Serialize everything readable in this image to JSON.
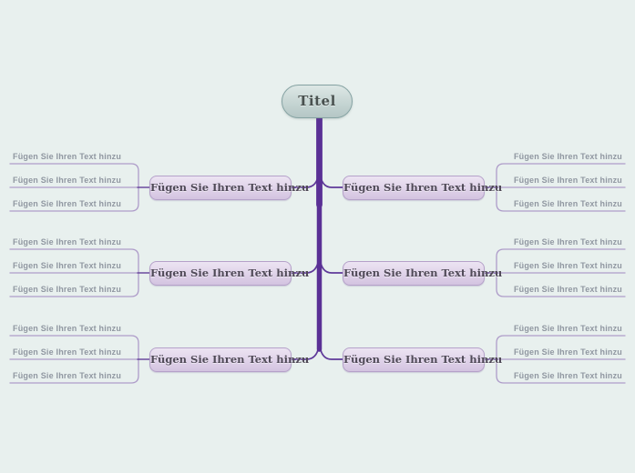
{
  "background": "#e8f0ee",
  "palette": {
    "trunk": "#5a3095",
    "branch_line": "#5f3a99",
    "connector_line": "#6b4a9e",
    "child_line": "#ae9cc9",
    "root_fill": "#c6d5d3",
    "root_border": "#86a3a3",
    "root_text": "#49514f",
    "node_fill": "#dfd2e9",
    "node_border": "#b5a1c9",
    "node_text": "#504a58",
    "child_text": "#9097a1"
  },
  "root": {
    "label": "Titel"
  },
  "branches": {
    "left": [
      {
        "label": "Fügen Sie Ihren Text hinzu",
        "children": [
          "Fügen Sie Ihren Text hinzu",
          "Fügen Sie Ihren Text hinzu",
          "Fügen Sie Ihren Text hinzu"
        ]
      },
      {
        "label": "Fügen Sie Ihren Text hinzu",
        "children": [
          "Fügen Sie Ihren Text hinzu",
          "Fügen Sie Ihren Text hinzu",
          "Fügen Sie Ihren Text hinzu"
        ]
      },
      {
        "label": "Fügen Sie Ihren Text hinzu",
        "children": [
          "Fügen Sie Ihren Text hinzu",
          "Fügen Sie Ihren Text hinzu",
          "Fügen Sie Ihren Text hinzu"
        ]
      }
    ],
    "right": [
      {
        "label": "Fügen Sie Ihren Text hinzu",
        "children": [
          "Fügen Sie Ihren Text hinzu",
          "Fügen Sie Ihren Text hinzu",
          "Fügen Sie Ihren Text hinzu"
        ]
      },
      {
        "label": "Fügen Sie Ihren Text hinzu",
        "children": [
          "Fügen Sie Ihren Text hinzu",
          "Fügen Sie Ihren Text hinzu",
          "Fügen Sie Ihren Text hinzu"
        ]
      },
      {
        "label": "Fügen Sie Ihren Text hinzu",
        "children": [
          "Fügen Sie Ihren Text hinzu",
          "Fügen Sie Ihren Text hinzu",
          "Fügen Sie Ihren Text hinzu"
        ]
      }
    ]
  }
}
